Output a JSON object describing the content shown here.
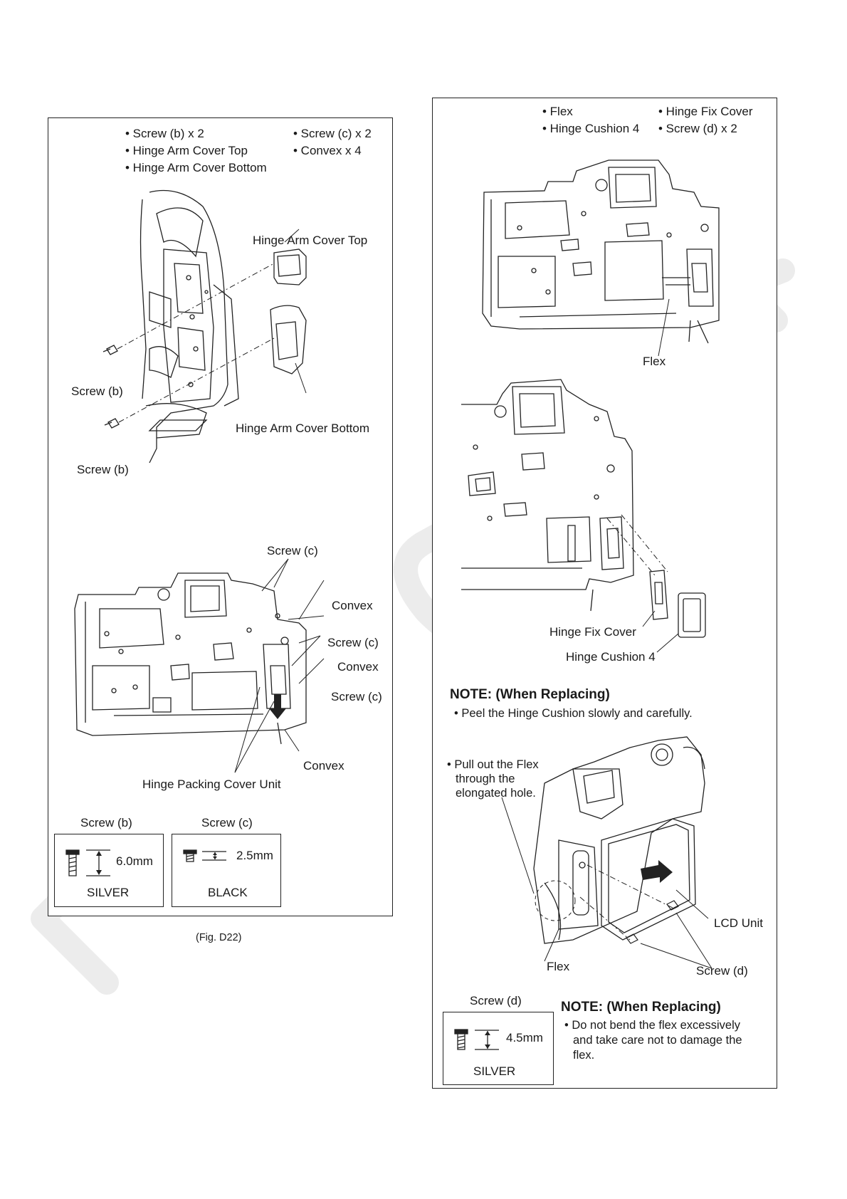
{
  "left_panel": {
    "parts": {
      "col1": [
        "• Screw (b) x 2",
        "• Hinge Arm Cover Top",
        "• Hinge Arm Cover Bottom"
      ],
      "col2": [
        "• Screw (c) x 2",
        "• Convex x 4"
      ]
    },
    "labels": {
      "hinge_arm_cover_top": "Hinge Arm Cover Top",
      "hinge_arm_cover_bottom": "Hinge Arm Cover Bottom",
      "screw_b_1": "Screw (b)",
      "screw_b_2": "Screw (b)",
      "screw_c_top": "Screw (c)",
      "convex_1": "Convex",
      "screw_c_mid": "Screw (c)",
      "convex_2": "Convex",
      "screw_c_low": "Screw (c)",
      "convex_3": "Convex",
      "hinge_packing": "Hinge Packing Cover Unit"
    },
    "specs": [
      {
        "title": "Screw (b)",
        "size": "6.0mm",
        "color": "SILVER"
      },
      {
        "title": "Screw (c)",
        "size": "2.5mm",
        "color": "BLACK"
      }
    ]
  },
  "figure_caption": "(Fig. D22)",
  "right_panel": {
    "parts": {
      "col1": [
        "• Flex",
        "• Hinge Cushion 4"
      ],
      "col2": [
        "• Hinge Fix Cover",
        "• Screw (d) x 2"
      ]
    },
    "labels": {
      "flex_1": "Flex",
      "hinge_fix_cover": "Hinge Fix Cover",
      "hinge_cushion": "Hinge Cushion 4",
      "pull_note": [
        "• Pull out the Flex",
        "through the",
        "elongated hole."
      ],
      "lcd_unit": "LCD Unit",
      "flex_2": "Flex",
      "screw_d": "Screw (d)"
    },
    "note1": {
      "title": "NOTE: (When Replacing)",
      "text": "• Peel the Hinge Cushion slowly and carefully."
    },
    "note2": {
      "title": "NOTE: (When Replacing)",
      "lines": [
        "• Do not bend the flex excessively",
        "and take care not to damage the",
        "flex."
      ]
    },
    "spec": {
      "title": "Screw (d)",
      "size": "4.5mm",
      "color": "SILVER"
    }
  },
  "colors": {
    "line": "#222222",
    "watermark": "#ededed"
  }
}
